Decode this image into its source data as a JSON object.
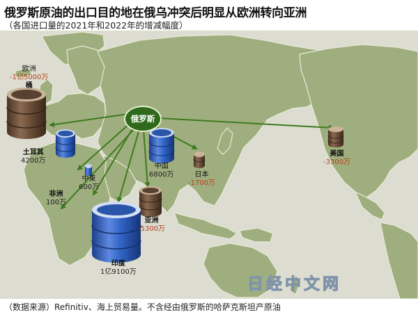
{
  "title": "俄罗斯原油的出口目的地在俄乌冲突后明显从欧洲转向亚洲",
  "subtitle": "（各国进口量的2021年和2022年的增减幅度）",
  "origin": "俄罗斯",
  "watermark": "日经中文网",
  "source": "（数据来源）Refinitiv、海上贸易量。不含经由俄罗斯的哈萨克斯坦产原油",
  "colors": {
    "decrease": "#6b4e38",
    "increase": "#2f63c4",
    "arrow": "#3d7a1f",
    "land": "#9fae7e",
    "ocean": "#dcdcd0"
  },
  "destinations": {
    "europe": {
      "name": "欧洲",
      "change": "-1亿5000万",
      "unit": "桶",
      "change_barrels": -150000000
    },
    "turkey": {
      "name": "土耳其",
      "change": "4200万",
      "change_barrels": 42000000
    },
    "mideast": {
      "name": "中東",
      "change": "600万",
      "change_barrels": 6000000
    },
    "africa": {
      "name": "非洲",
      "change": "100万",
      "change_barrels": 1000000
    },
    "india": {
      "name": "印度",
      "change": "1亿9100万",
      "change_barrels": 191000000
    },
    "asia": {
      "name": "亚洲",
      "change": "-5300万",
      "change_barrels": -53000000
    },
    "china": {
      "name": "中国",
      "change": "6800万",
      "change_barrels": 68000000
    },
    "japan": {
      "name": "日本",
      "change": "-1700万",
      "change_barrels": -17000000
    },
    "usa": {
      "name": "美国",
      "change": "-3300万",
      "change_barrels": -33000000
    }
  }
}
